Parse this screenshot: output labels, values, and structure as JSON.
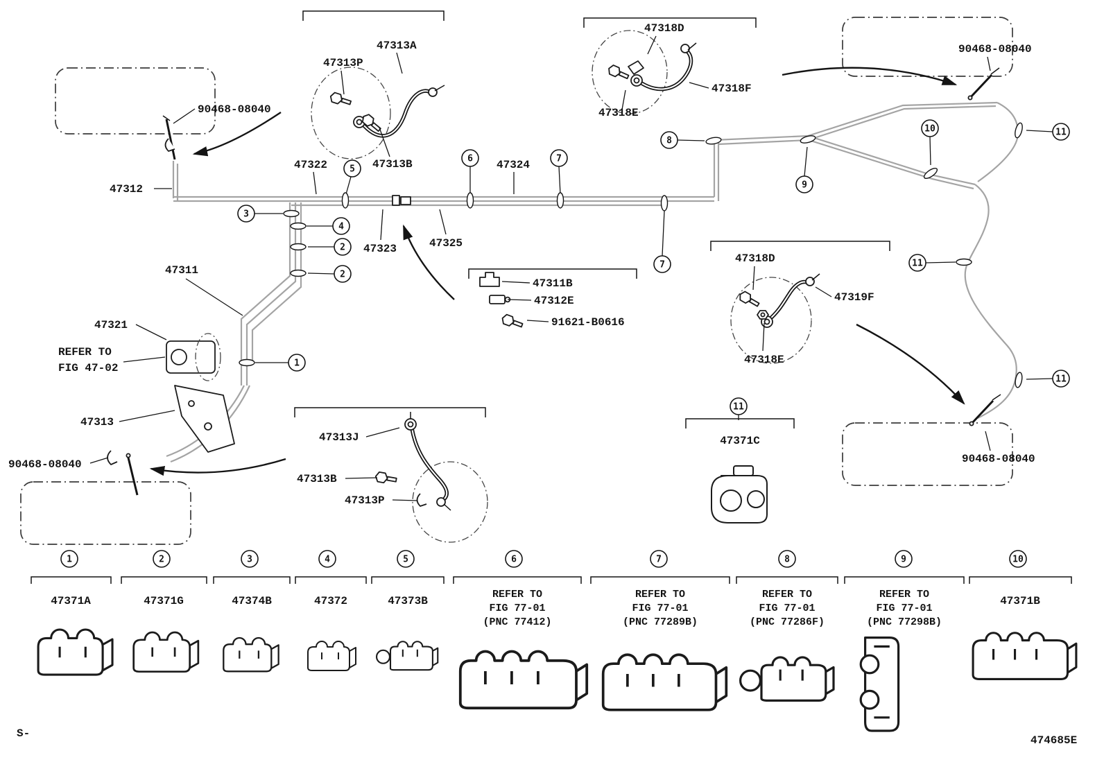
{
  "page": {
    "footer_left": "S-",
    "doc_number": "474685E"
  },
  "colors": {
    "line": "#1a1a1a",
    "tube": "#a4a4a4",
    "background": "#ffffff"
  },
  "parts": {
    "p90468_tl": "90468-08040",
    "p47312": "47312",
    "p47313P_top": "47313P",
    "p47313A": "47313A",
    "p47313B_top": "47313B",
    "p47322": "47322",
    "p47324": "47324",
    "p47318D_top": "47318D",
    "p47318F": "47318F",
    "p47318E_top": "47318E",
    "p90468_tr": "90468-08040",
    "p47323": "47323",
    "p47325": "47325",
    "p47311": "47311",
    "p47321": "47321",
    "refer_fig4702_l1": "REFER TO",
    "refer_fig4702_l2": "FIG 47-02",
    "p47313": "47313",
    "p90468_bl": "90468-08040",
    "p47311B": "47311B",
    "p47312E": "47312E",
    "p91621": "91621-B0616",
    "p47318D_mid": "47318D",
    "p47319F": "47319F",
    "p47318E_mid": "47318E",
    "p47371C": "47371C",
    "p47313J": "47313J",
    "p47313B_bot": "47313B",
    "p47313P_bot": "47313P",
    "p90468_br": "90468-08040"
  },
  "callouts": {
    "c1": "1",
    "c2": "2",
    "c3": "3",
    "c4": "4",
    "c5": "5",
    "c6": "6",
    "c7": "7",
    "c8": "8",
    "c9": "9",
    "c10": "10",
    "c11": "11"
  },
  "legend": {
    "items": [
      {
        "num": "1",
        "label": "47371A"
      },
      {
        "num": "2",
        "label": "47371G"
      },
      {
        "num": "3",
        "label": "47374B"
      },
      {
        "num": "4",
        "label": "47372"
      },
      {
        "num": "5",
        "label": "47373B"
      },
      {
        "num": "6",
        "line1": "REFER TO",
        "line2": "FIG 77-01",
        "line3": "(PNC 77412)"
      },
      {
        "num": "7",
        "line1": "REFER TO",
        "line2": "FIG 77-01",
        "line3": "(PNC 77289B)"
      },
      {
        "num": "8",
        "line1": "REFER TO",
        "line2": "FIG 77-01",
        "line3": "(PNC 77286F)"
      },
      {
        "num": "9",
        "line1": "REFER TO",
        "line2": "FIG 77-01",
        "line3": "(PNC 77298B)"
      },
      {
        "num": "10",
        "label": "47371B"
      }
    ]
  }
}
